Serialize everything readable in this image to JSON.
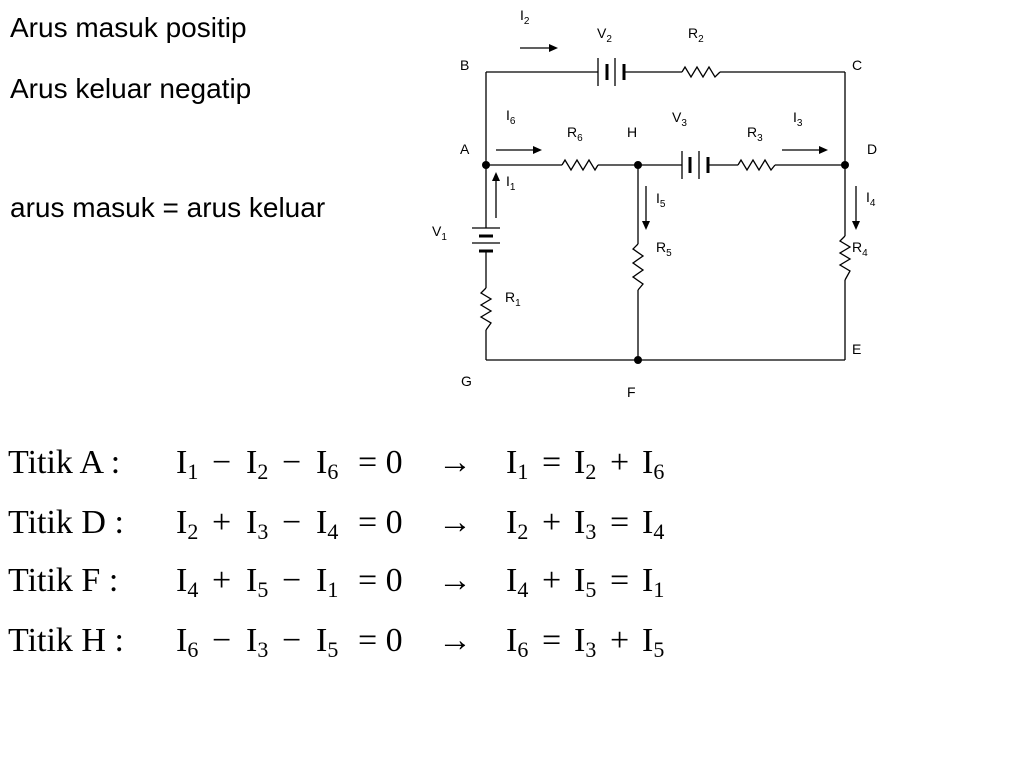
{
  "rules": {
    "line1": "Arus masuk positip",
    "line2": "Arus keluar negatip",
    "line3": "arus masuk = arus keluar"
  },
  "circuit": {
    "nodes": {
      "A": "A",
      "B": "B",
      "C": "C",
      "D": "D",
      "E": "E",
      "F": "F",
      "G": "G",
      "H": "H"
    },
    "components": {
      "I2": {
        "main": "I",
        "sub": "2"
      },
      "V2": {
        "main": "V",
        "sub": "2"
      },
      "R2": {
        "main": "R",
        "sub": "2"
      },
      "I6": {
        "main": "I",
        "sub": "6"
      },
      "R6": {
        "main": "R",
        "sub": "6"
      },
      "V3": {
        "main": "V",
        "sub": "3"
      },
      "R3": {
        "main": "R",
        "sub": "3"
      },
      "I3": {
        "main": "I",
        "sub": "3"
      },
      "I1": {
        "main": "I",
        "sub": "1"
      },
      "I5": {
        "main": "I",
        "sub": "5"
      },
      "I4": {
        "main": "I",
        "sub": "4"
      },
      "V1": {
        "main": "V",
        "sub": "1"
      },
      "R5": {
        "main": "R",
        "sub": "5"
      },
      "R4": {
        "main": "R",
        "sub": "4"
      },
      "R1": {
        "main": "R",
        "sub": "1"
      }
    }
  },
  "equations": [
    {
      "label": "Titik A :",
      "lhs": [
        {
          "t": "I",
          "s": "1"
        },
        {
          "op": "−"
        },
        {
          "t": "I",
          "s": "2"
        },
        {
          "op": "−"
        },
        {
          "t": "I",
          "s": "6"
        },
        {
          "op": "= 0"
        }
      ],
      "arrow": "→",
      "rhs": [
        {
          "t": "I",
          "s": "1"
        },
        {
          "op": "="
        },
        {
          "t": "I",
          "s": "2"
        },
        {
          "op": "+"
        },
        {
          "t": "I",
          "s": "6"
        }
      ]
    },
    {
      "label": "Titik D :",
      "lhs": [
        {
          "t": "I",
          "s": "2"
        },
        {
          "op": "+"
        },
        {
          "t": "I",
          "s": "3"
        },
        {
          "op": "−"
        },
        {
          "t": "I",
          "s": "4"
        },
        {
          "op": "= 0"
        }
      ],
      "arrow": "→",
      "rhs": [
        {
          "t": "I",
          "s": "2"
        },
        {
          "op": "+"
        },
        {
          "t": "I",
          "s": "3"
        },
        {
          "op": "="
        },
        {
          "t": "I",
          "s": "4"
        }
      ]
    },
    {
      "label": "Titik F :",
      "lhs": [
        {
          "t": "I",
          "s": "4"
        },
        {
          "op": "+"
        },
        {
          "t": "I",
          "s": "5"
        },
        {
          "op": "−"
        },
        {
          "t": "I",
          "s": "1"
        },
        {
          "op": "= 0"
        }
      ],
      "arrow": "→",
      "rhs": [
        {
          "t": "I",
          "s": "4"
        },
        {
          "op": "+"
        },
        {
          "t": "I",
          "s": "5"
        },
        {
          "op": "="
        },
        {
          "t": "I",
          "s": "1"
        }
      ]
    },
    {
      "label": "Titik H :",
      "lhs": [
        {
          "t": "I",
          "s": "6"
        },
        {
          "op": "−"
        },
        {
          "t": "I",
          "s": "3"
        },
        {
          "op": "−"
        },
        {
          "t": "I",
          "s": "5"
        },
        {
          "op": "= 0"
        }
      ],
      "arrow": "→",
      "rhs": [
        {
          "t": "I",
          "s": "6"
        },
        {
          "op": "="
        },
        {
          "t": "I",
          "s": "3"
        },
        {
          "op": "+"
        },
        {
          "t": "I",
          "s": "5"
        }
      ]
    }
  ]
}
